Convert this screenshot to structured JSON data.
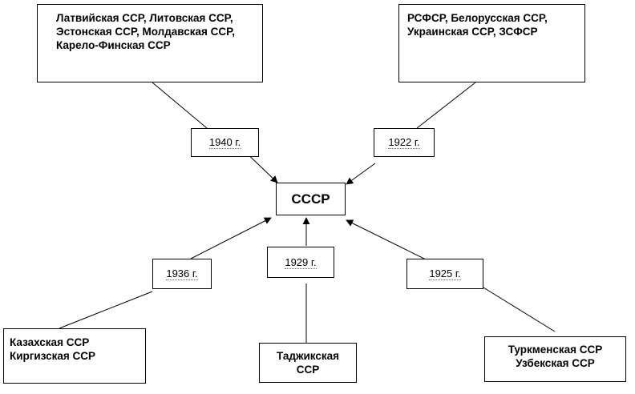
{
  "center": {
    "label": "СССР"
  },
  "groups": [
    {
      "id": "baltic",
      "text": "Латвийская ССР, Литовская ССР,\nЭстонская ССР, Молдавская ССР,\nКарело-Финская ССР",
      "year": "1940 г."
    },
    {
      "id": "founders",
      "text": "РСФСР, Белорусская ССР,\nУкраинская ССР, ЗСФСР",
      "year": "1922 г."
    },
    {
      "id": "kazakh",
      "text": "Казахская ССР\nКиргизская ССР",
      "year": "1936 г."
    },
    {
      "id": "tajik",
      "text": "Таджикская\nССР",
      "year": "1929 г."
    },
    {
      "id": "turkmen",
      "text": "Туркменская ССР\nУзбекская  ССР",
      "year": "1925 г."
    }
  ]
}
